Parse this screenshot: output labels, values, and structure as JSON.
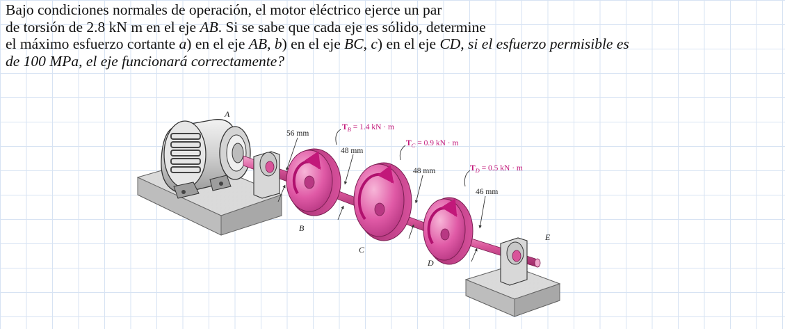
{
  "problem": {
    "line1": "Bajo condiciones normales de operación, el motor eléctrico ejerce un par",
    "line2_a": "de torsión de 2.8 kN  m en el eje ",
    "line2_ab": "AB",
    "line2_b": ". Si se sabe que cada eje es sólido, determine",
    "line3_a": "el máximo esfuerzo cortante ",
    "line3_ia": "a",
    "line3_b": ") en el eje ",
    "line3_ab": "AB",
    "line3_c": ", ",
    "line3_ib": "b",
    "line3_d": ") en el eje ",
    "line3_bc": "BC",
    "line3_e": ", ",
    "line3_ic": "c",
    "line3_f": ") en el eje ",
    "line3_g": "CD, si el esfuerzo permisible es",
    "line4": "de 100 MPa, el eje funcionará correctamente?"
  },
  "figure": {
    "point_a": "A",
    "point_b": "B",
    "point_c": "C",
    "point_d": "D",
    "point_e": "E",
    "dim_ab": "56 mm",
    "dim_bc": "48 mm",
    "dim_cd": "48 mm",
    "dim_de": "46 mm",
    "torque_b": "T",
    "torque_b_sub": "B",
    "torque_b_val": " = 1.4 kN · m",
    "torque_c": "T",
    "torque_c_sub": "C",
    "torque_c_val": " = 0.9 kN · m",
    "torque_d": "T",
    "torque_d_sub": "D",
    "torque_d_val": " = 0.5 kN · m",
    "colors": {
      "shaft": "#d9559a",
      "disk": "#e05aa6",
      "torque_label": "#c2187a",
      "base": "#c9c9c9"
    }
  }
}
